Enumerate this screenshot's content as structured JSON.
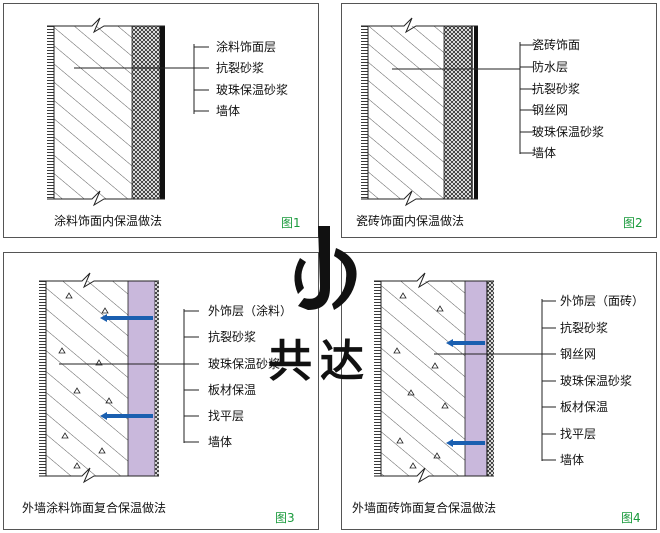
{
  "panels": [
    {
      "caption": "涂料饰面内保温做法",
      "fig": "图1",
      "layers": [
        "涂料饰面层",
        "抗裂砂浆",
        "玻珠保温砂浆",
        "墙体"
      ]
    },
    {
      "caption": "瓷砖饰面内保温做法",
      "fig": "图2",
      "layers": [
        "瓷砖饰面",
        "防水层",
        "抗裂砂浆",
        "钢丝网",
        "玻珠保温砂浆",
        "墙体"
      ]
    },
    {
      "caption": "外墙涂料饰面复合保温做法",
      "fig": "图3",
      "layers": [
        "外饰层（涂料）",
        "抗裂砂浆",
        "玻珠保温砂浆",
        "板材保温",
        "找平层",
        "墙体"
      ]
    },
    {
      "caption": "外墙面砖饰面复合保温做法",
      "fig": "图4",
      "layers": [
        "外饰层（面砖）",
        "抗裂砂浆",
        "钢丝网",
        "玻珠保温砂浆",
        "板材保温",
        "找平层",
        "墙体"
      ]
    }
  ],
  "watermark": {
    "text": "共达",
    "colors": {
      "logo": "#111111",
      "accent_purple": "#c9b8dc",
      "anchor_blue": "#1a5fb0",
      "fig_green": "#1a9a3c"
    }
  }
}
